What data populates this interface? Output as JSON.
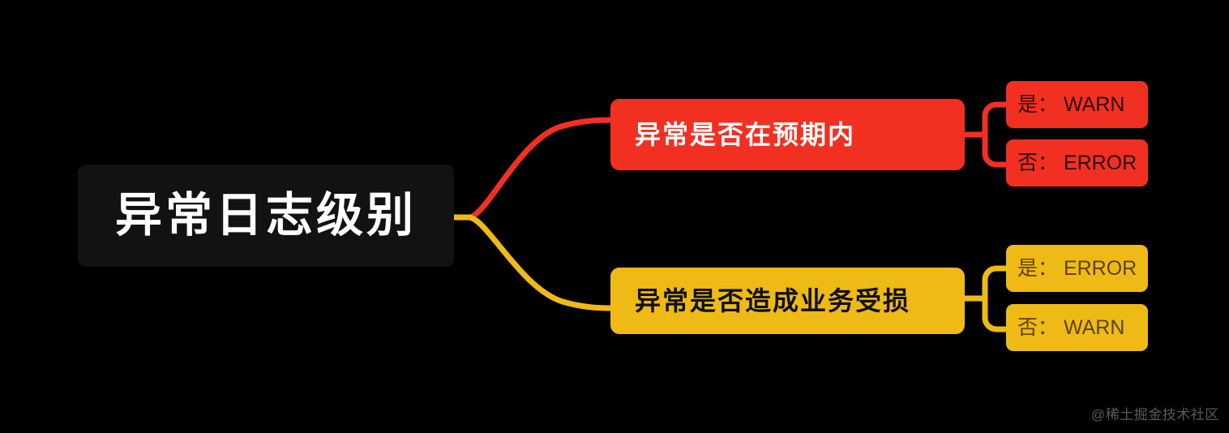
{
  "diagram": {
    "type": "mindmap",
    "background_color": "#000000",
    "title_node": {
      "label": "异常日志级别",
      "background_color": "#121212",
      "text_color": "#FFFFFF"
    },
    "branches": [
      {
        "id": "expected",
        "label": "异常是否在预期内",
        "color": "#F23022",
        "text_color": "#FFFFFF",
        "leaves": [
          {
            "label": "是： WARN",
            "color": "#F23022",
            "text_color": "#2A0A06"
          },
          {
            "label": "否： ERROR",
            "color": "#F23022",
            "text_color": "#2A0A06"
          }
        ]
      },
      {
        "id": "business-impact",
        "label": "异常是否造成业务受损",
        "color": "#EFBA16",
        "text_color": "#101010",
        "leaves": [
          {
            "label": "是： ERROR",
            "color": "#EFBA16",
            "text_color": "#5C4405"
          },
          {
            "label": "否： WARN",
            "color": "#EFBA16",
            "text_color": "#5C4405"
          }
        ]
      }
    ],
    "watermark": "@稀土掘金技术社区"
  }
}
